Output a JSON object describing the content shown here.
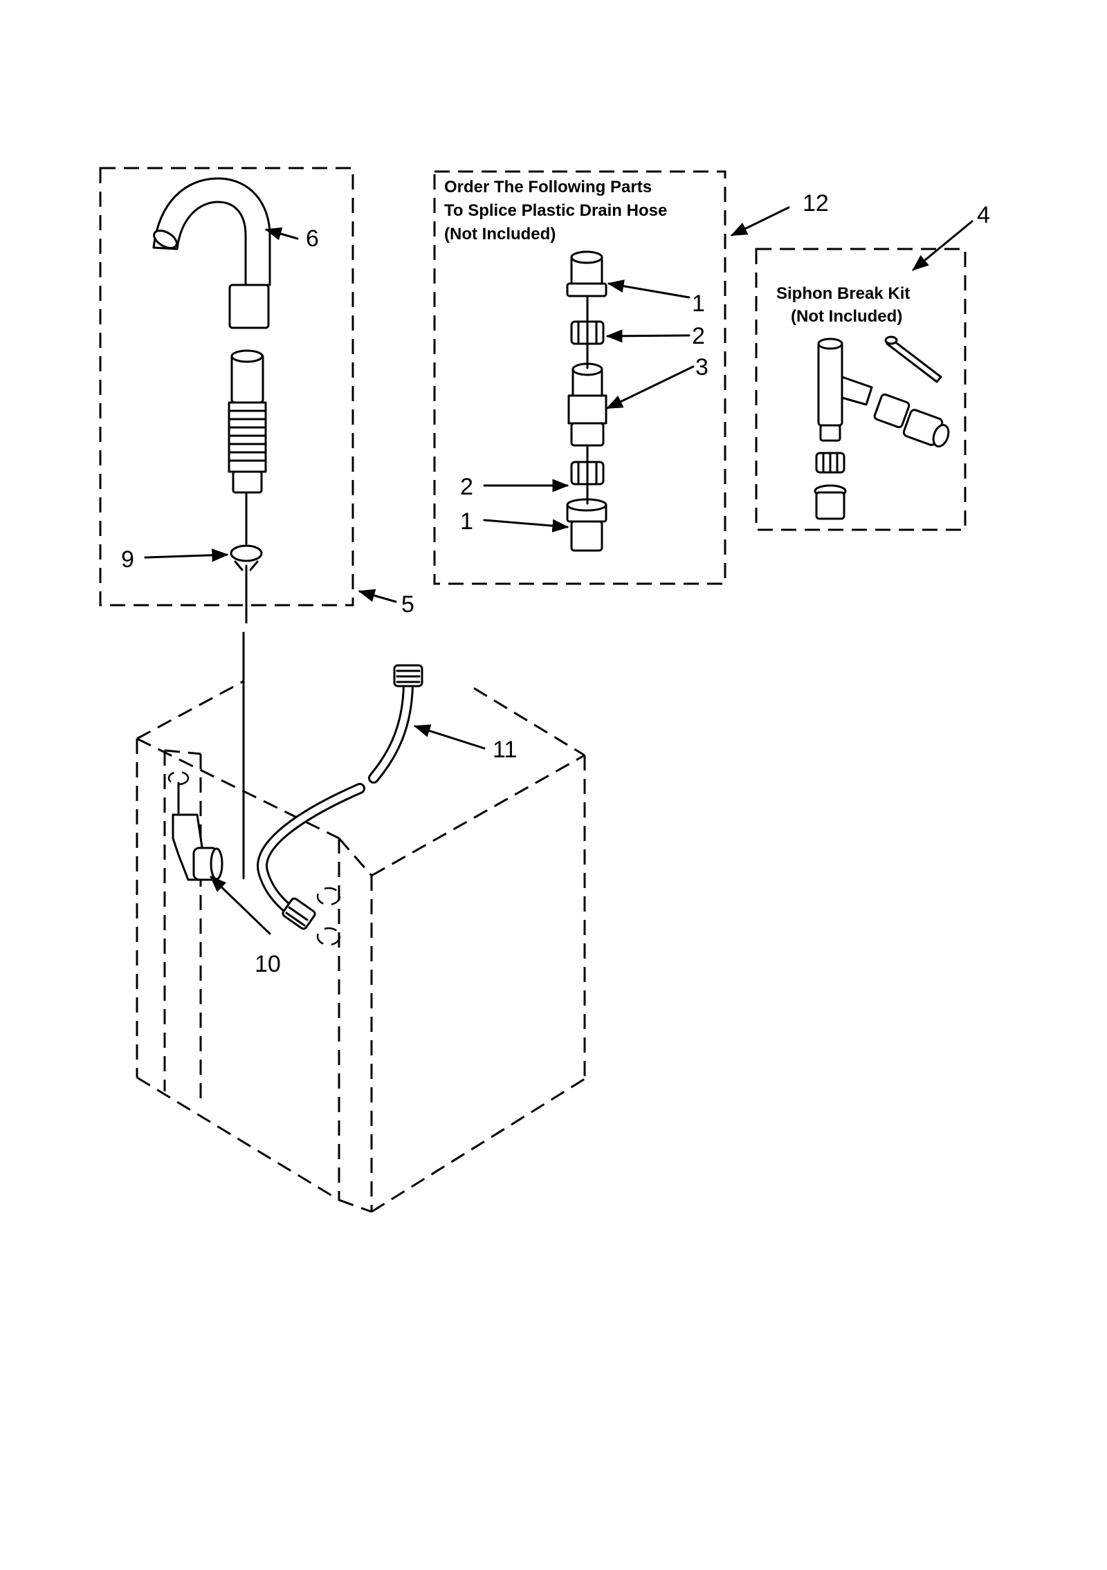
{
  "splice_kit": {
    "title_lines": [
      "Order The Following Parts",
      "To Splice Plastic Drain Hose",
      "(Not Included)"
    ],
    "callout": "12"
  },
  "siphon_kit": {
    "title_lines": [
      "Siphon Break Kit",
      "(Not Included)"
    ],
    "callout": "4"
  },
  "callouts": {
    "hose_hook": "6",
    "hose_kit": "5",
    "clamp": "9",
    "connector_top": "1",
    "nut_top": "2",
    "coupler": "3",
    "nut_bottom": "2",
    "connector_bottom": "1",
    "drain_hose": "11",
    "elbow": "10"
  }
}
